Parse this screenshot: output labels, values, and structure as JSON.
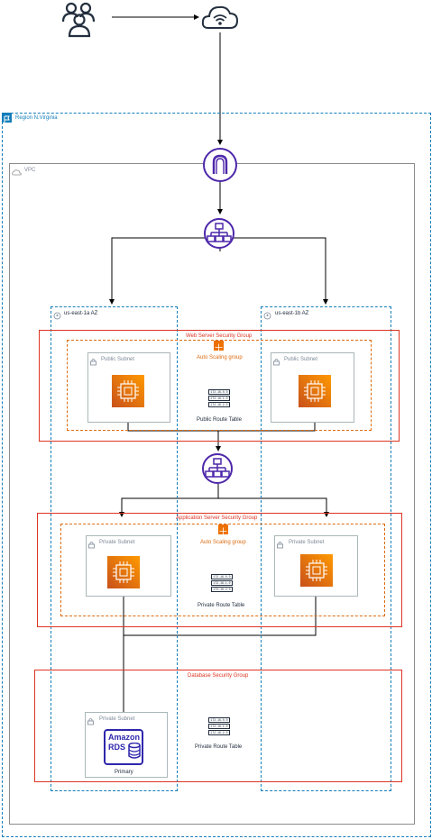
{
  "region": {
    "label": "Region N.Virginia"
  },
  "vpc": {
    "label": "VPC"
  },
  "azs": [
    {
      "label": "us-east-1a AZ"
    },
    {
      "label": "us-east-1b AZ"
    }
  ],
  "security_groups": {
    "web": "Web Server Security Group",
    "app": "Application Server Security Group",
    "db": "Database Security Group"
  },
  "auto_scaling": {
    "web": "Auto Scaling group",
    "app": "Auto Scaling group"
  },
  "subnets": {
    "public_a": "Public Subnet",
    "public_b": "Public Subnet",
    "private_app_a": "Private Subnet",
    "private_app_b": "Private Subnet",
    "private_db_a": "Private Subnet"
  },
  "route_tables": {
    "public": {
      "label": "Public Route Table",
      "rows": [
        "172.16.0.0",
        "172.16.1.0",
        "172.16.2.0"
      ]
    },
    "private_app": {
      "label": "Private Route Table",
      "rows": [
        "172.16.0.0",
        "172.16.1.0",
        "172.16.2.0"
      ]
    },
    "private_db": {
      "label": "Private Route Table",
      "rows": [
        "172.16.0.0",
        "172.16.1.0",
        "172.16.2.0"
      ]
    }
  },
  "rds": {
    "name_line1": "Amazon",
    "name_line2": "RDS",
    "role": "Primary"
  },
  "colors": {
    "region": "#147eba",
    "security_group": "#dd3522",
    "auto_scaling": "#dd6b10",
    "ec2_gradient": [
      "#c8511b",
      "#ff9900"
    ],
    "networking": "#4d27aa",
    "rds": "#2e27ad"
  },
  "icons": [
    "users-icon",
    "internet-cloud-icon",
    "internet-gateway-icon",
    "load-balancer-icon",
    "ec2-icon",
    "auto-scaling-icon",
    "rds-icon",
    "region-flag-icon",
    "vpc-cloud-icon",
    "az-pin-icon",
    "subnet-lock-icon"
  ]
}
